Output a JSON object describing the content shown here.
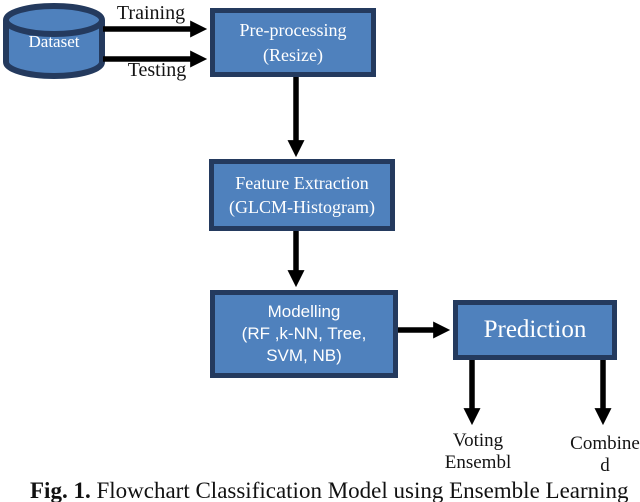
{
  "flow": {
    "dataset": {
      "label": "Dataset"
    },
    "edge_labels": {
      "training": "Training",
      "testing": "Testing"
    },
    "boxes": {
      "preprocessing": {
        "lines": [
          "Pre-processing",
          "(Resize)"
        ]
      },
      "feature_extraction": {
        "lines": [
          "Feature Extraction",
          "(GLCM-Histogram)"
        ]
      },
      "modelling": {
        "lines": [
          "Modelling",
          "(RF ,k-NN, Tree,",
          "SVM, NB)"
        ]
      },
      "prediction": {
        "label": "Prediction"
      }
    },
    "outputs": {
      "voting_ensemble": {
        "lines": [
          "Voting",
          "Ensembl"
        ]
      },
      "combined": {
        "lines": [
          "Combine",
          "d"
        ]
      }
    },
    "colors": {
      "node_fill": "#4f81bd",
      "node_border": "#243a5e",
      "node_text": "#ffffff",
      "arrow": "#000000"
    }
  },
  "caption": {
    "prefix": "Fig. 1.",
    "text": " Flowchart Classification Model using Ensemble Learning"
  }
}
